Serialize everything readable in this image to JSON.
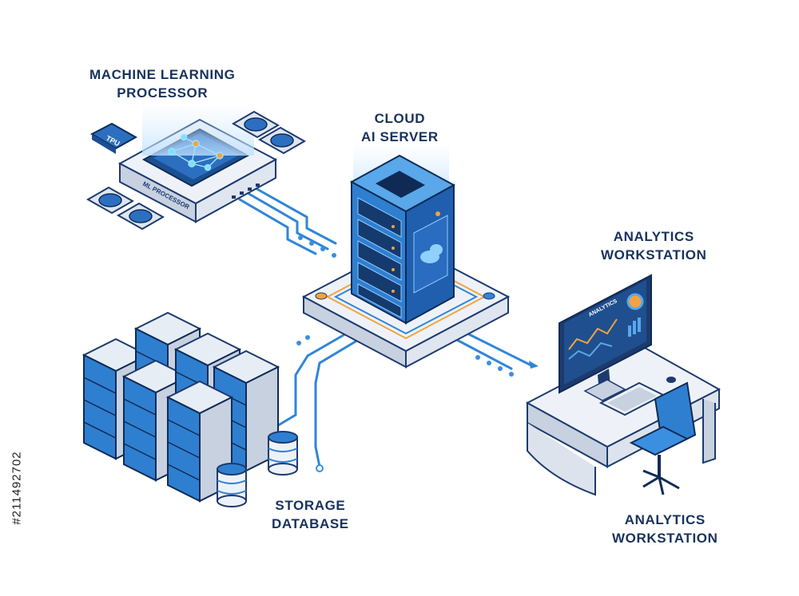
{
  "nodes": {
    "ml_processor": {
      "line1": "MACHINE LEARNING",
      "line2": "PROCESSOR",
      "chip_label": "ML PROCESSOR",
      "tpu_label": "TPU"
    },
    "cloud_server": {
      "line1": "CLOUD",
      "line2": "AI SERVER"
    },
    "workstation_top": {
      "line1": "ANALYTICS",
      "line2": "WORKSTATION"
    },
    "storage": {
      "line1": "STORAGE",
      "line2": "DATABASE"
    },
    "workstation_bottom": {
      "line1": "ANALYTICS",
      "line2": "WORKSTATION"
    }
  },
  "monitor": {
    "title": "ANALYTICS"
  },
  "stock_id": "#211492702",
  "colors": {
    "label_text": "#17325c",
    "primary_blue": "#2f7fd0",
    "dark_navy": "#1d3a6e",
    "light_blue": "#cfe6fb",
    "accent_orange": "#f2a340",
    "desk_gray": "#dde3ec"
  }
}
